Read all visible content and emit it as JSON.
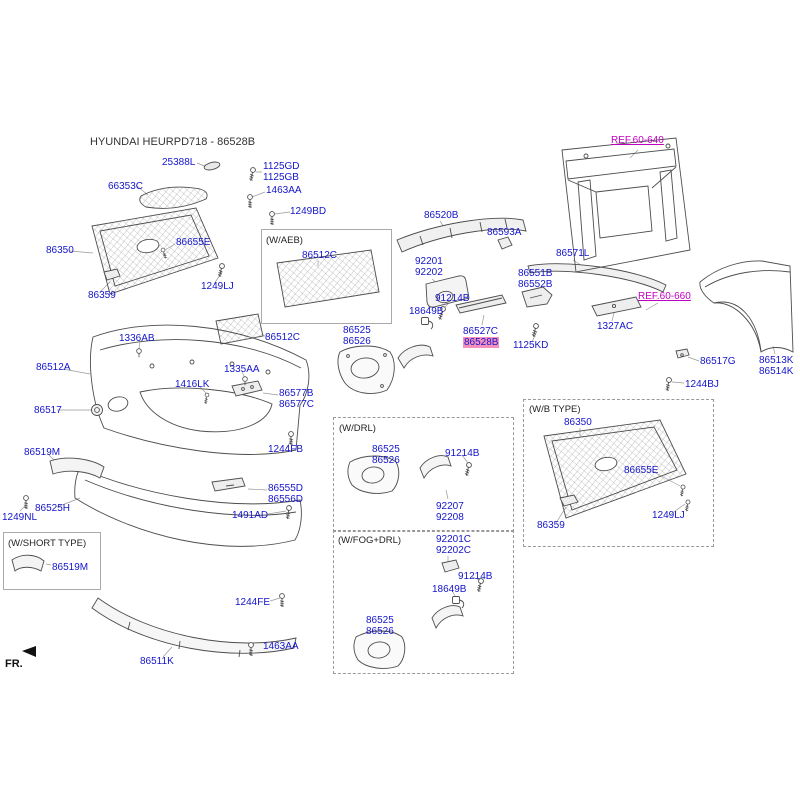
{
  "title": "HYUNDAI HEURPD718 - 86528B",
  "fr_label": "FR.",
  "colors": {
    "label_blue": "#1414cc",
    "ref_magenta": "#c000c0",
    "highlight_pink": "#f590bd",
    "line_art": "#4d4d4d"
  },
  "ref_links": {
    "r640": "REF.60-640",
    "r660": "REF.60-660"
  },
  "boxes": {
    "aeb": "(W/AEB)",
    "short_type": "(W/SHORT TYPE)",
    "drl": "(W/DRL)",
    "fog_drl": "(W/FOG+DRL)",
    "b_type": "(W/B TYPE)"
  },
  "highlighted_part": "86528B",
  "labels": {
    "t25388L": "25388L",
    "t1125GD": "1125GD",
    "t1125GB": "1125GB",
    "t1463AA_a": "1463AA",
    "t66353C": "66353C",
    "t1249BD": "1249BD",
    "t86350_a": "86350",
    "t86655E_a": "86655E",
    "t86359_a": "86359",
    "t1249LJ_a": "1249LJ",
    "t86512C_aeb": "86512C",
    "t86520B": "86520B",
    "t86593A": "86593A",
    "t92201": "92201",
    "t92202": "92202",
    "t86551B": "86551B",
    "t86552B": "86552B",
    "t86571L": "86571L",
    "t91214B_a": "91214B",
    "t18649B_a": "18649B",
    "t86525_a": "86525",
    "t86526_a": "86526",
    "t86527C": "86527C",
    "t86528B": "86528B",
    "t1125KD": "1125KD",
    "t1327AC": "1327AC",
    "t86517G": "86517G",
    "t86513K": "86513K",
    "t86514K": "86514K",
    "t1244BJ": "1244BJ",
    "t1336AB": "1336AB",
    "t86512A": "86512A",
    "t86512C_mid": "86512C",
    "t1335AA": "1335AA",
    "t1416LK": "1416LK",
    "t86577B": "86577B",
    "t86577C": "86577C",
    "t86517": "86517",
    "t1244FB": "1244FB",
    "t86519M_a": "86519M",
    "t86555D": "86555D",
    "t86556D": "86556D",
    "t86525H": "86525H",
    "t1249NL": "1249NL",
    "t1491AD": "1491AD",
    "t86519M_b": "86519M",
    "t1244FE": "1244FE",
    "t86511K": "86511K",
    "t1463AA_b": "1463AA",
    "t86525_drl": "86525",
    "t86526_drl": "86526",
    "t91214B_drl": "91214B",
    "t92207": "92207",
    "t92208": "92208",
    "t92201C": "92201C",
    "t92202C": "92202C",
    "t91214B_fog": "91214B",
    "t18649B_fog": "18649B",
    "t86525_fog": "86525",
    "t86526_fog": "86526",
    "t86350_b": "86350",
    "t86655E_b": "86655E",
    "t86359_b": "86359",
    "t1249LJ_b": "1249LJ"
  }
}
